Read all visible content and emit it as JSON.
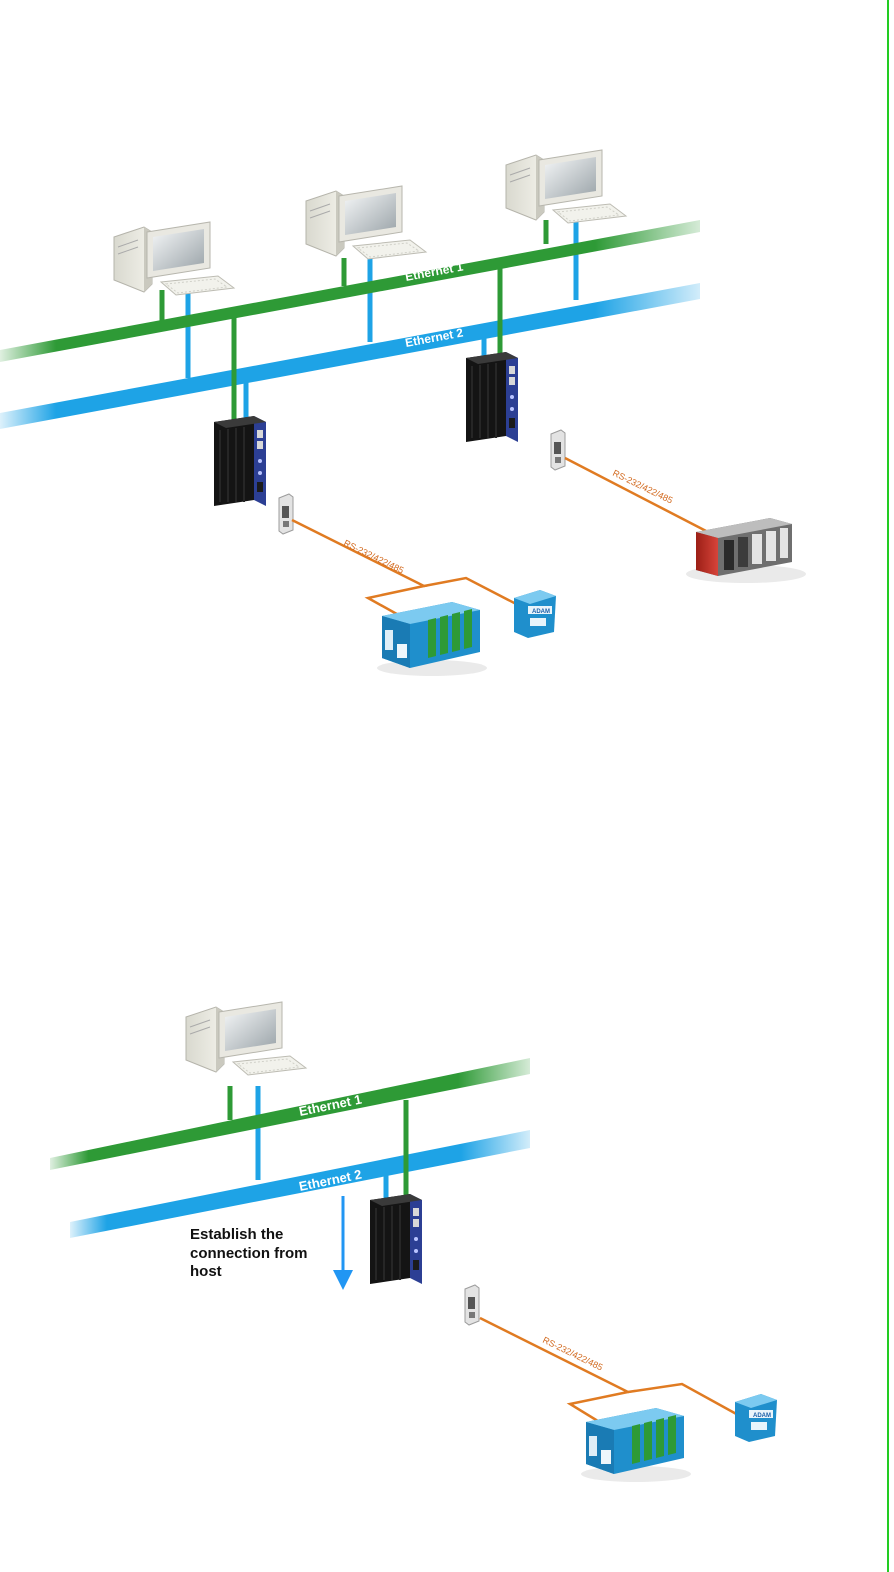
{
  "diagram_top": {
    "ethernet1_label": "Ethernet 1",
    "ethernet2_label": "Ethernet 2",
    "serial_label_left": "RS-232/422/485",
    "serial_label_right": "RS-232/422/485"
  },
  "diagram_bottom": {
    "ethernet1_label": "Ethernet 1",
    "ethernet2_label": "Ethernet 2",
    "serial_label": "RS-232/422/485",
    "caption_line1": "Establish the",
    "caption_line2": "connection from",
    "caption_line3": "host"
  },
  "colors": {
    "ethernet1": "#2e9a36",
    "ethernet2": "#1ea3e6",
    "serial": "#e07b22",
    "arrow": "#2196f3",
    "frame_edge": "#22cc22"
  },
  "icons": [
    "computer-icon",
    "device-server-icon",
    "serial-adapter-icon",
    "io-module-rack-icon",
    "adam-module-icon",
    "plc-icon",
    "down-arrow-icon"
  ]
}
